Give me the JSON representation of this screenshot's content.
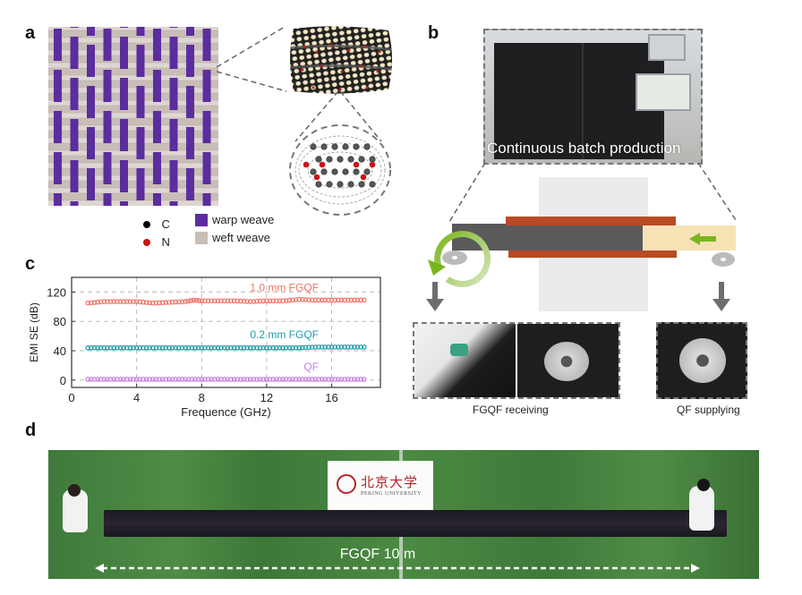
{
  "figure": {
    "panels": {
      "a": {
        "label": "a",
        "legend": {
          "atoms": [
            {
              "symbol": "C",
              "color": "#000000"
            },
            {
              "symbol": "N",
              "color": "#cc1111"
            }
          ],
          "weaves": [
            {
              "name": "warp weave",
              "color": "#5b2d9e"
            },
            {
              "name": "weft weave",
              "color": "#c9bdb7"
            }
          ]
        }
      },
      "b": {
        "label": "b",
        "photo_caption": "Continuous batch production",
        "captions": {
          "receiving": "FGQF receiving",
          "supplying": "QF supplying"
        },
        "colors": {
          "arrow_green": "#7ab51d",
          "electrode": "#b84a25",
          "film_dark": "#5a5a5a",
          "film_light": "#f7e2b5"
        }
      },
      "c": {
        "label": "c"
      },
      "d": {
        "label": "d",
        "banner_cn": "北京大学",
        "banner_en": "PEKING UNIVERSITY",
        "length_label": "FGQF 10 m"
      }
    }
  },
  "chart_data": {
    "type": "scatter",
    "title": "",
    "xlabel": "Frequence (GHz)",
    "ylabel": "EMI SE (dB)",
    "xlim": [
      0,
      19
    ],
    "ylim": [
      -10,
      140
    ],
    "xticks": [
      0,
      4,
      8,
      12,
      16
    ],
    "yticks": [
      0,
      40,
      80,
      120
    ],
    "grid": true,
    "legend": "inline labels above series",
    "series": [
      {
        "name": "1.0 mm FGQF",
        "color": "#f07466",
        "x": [
          1,
          2,
          3,
          4,
          5,
          6,
          7,
          7.5,
          8,
          9,
          10,
          11,
          12,
          13,
          14,
          15,
          16,
          17,
          18
        ],
        "y": [
          105,
          107,
          107,
          107,
          105,
          106,
          107,
          109,
          108,
          108,
          108,
          107,
          108,
          108,
          110,
          109,
          109,
          109,
          109
        ]
      },
      {
        "name": "0.2 mm FGQF",
        "color": "#1f9aaa",
        "x": [
          1,
          2,
          3,
          4,
          5,
          6,
          7,
          8,
          9,
          10,
          11,
          12,
          13,
          14,
          15,
          16,
          17,
          18
        ],
        "y": [
          44,
          44,
          44,
          44,
          44,
          44,
          44,
          44,
          44,
          44,
          44,
          44,
          44,
          44,
          45,
          45,
          45,
          45
        ]
      },
      {
        "name": "QF",
        "color": "#c77ee8",
        "x": [
          1,
          2,
          3,
          4,
          5,
          6,
          7,
          8,
          9,
          10,
          11,
          12,
          13,
          14,
          15,
          16,
          17,
          18
        ],
        "y": [
          1,
          1,
          1,
          1,
          1,
          1,
          1,
          1,
          1,
          1,
          1,
          1,
          1,
          1,
          1,
          1,
          1,
          1
        ]
      }
    ]
  }
}
